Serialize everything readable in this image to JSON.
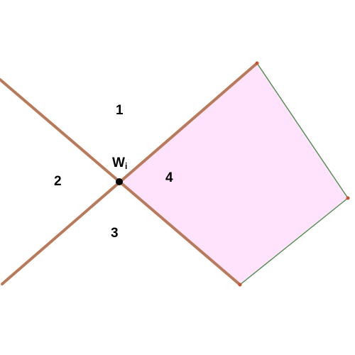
{
  "diagram": {
    "vertex_label": {
      "main": "W",
      "subscript": "i"
    },
    "region_labels": [
      "1",
      "2",
      "3",
      "4"
    ],
    "colors": {
      "background": "#ffffff",
      "brown_lines": "#b87a5a",
      "shaded_fill": "#ffe2fb",
      "green_edges": "#4e8d4b",
      "endpoint_dots": "#c8502d",
      "vertex_dot": "#000000",
      "text": "#000000"
    }
  }
}
